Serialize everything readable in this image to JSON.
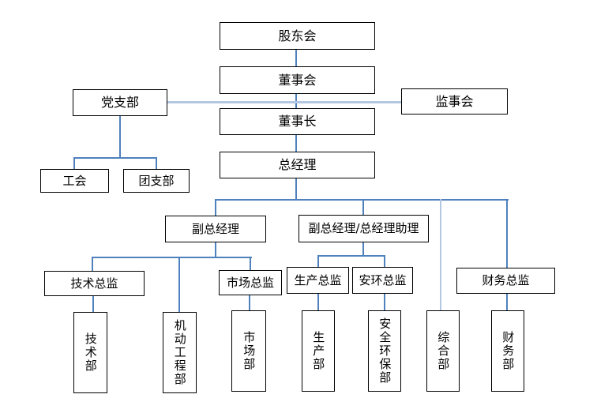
{
  "diagram": {
    "type": "org-chart",
    "connector_colors": {
      "primary": "#4f81bd",
      "secondary": "#b2c7e2"
    },
    "nodes": {
      "shareholders": {
        "label": "股东会"
      },
      "board": {
        "label": "董事会"
      },
      "party_branch": {
        "label": "党支部"
      },
      "supervisory_board": {
        "label": "监事会"
      },
      "chairman": {
        "label": "董事长"
      },
      "general_manager": {
        "label": "总经理"
      },
      "labor_union": {
        "label": "工会"
      },
      "youth_league": {
        "label": "团支部"
      },
      "deputy_gm": {
        "label": "副总经理"
      },
      "deputy_gm_assistant": {
        "label": "副总经理/总经理助理"
      },
      "tech_director": {
        "label": "技术总监"
      },
      "market_director": {
        "label": "市场总监"
      },
      "production_director": {
        "label": "生产总监"
      },
      "safety_env_director": {
        "label": "安环总监"
      },
      "finance_director": {
        "label": "财务总监"
      },
      "tech_dept": {
        "label": "技术部"
      },
      "mech_eng_dept": {
        "label": "机动工程部"
      },
      "market_dept": {
        "label": "市场部"
      },
      "production_dept": {
        "label": "生产部"
      },
      "safety_env_dept": {
        "label": "安全环保部"
      },
      "general_dept": {
        "label": "综合部"
      },
      "finance_dept": {
        "label": "财务部"
      }
    },
    "edges": [
      {
        "from": "shareholders",
        "to": "board",
        "style": "primary"
      },
      {
        "from": "board",
        "to": "chairman",
        "style": "primary"
      },
      {
        "from": "party_branch",
        "to": "supervisory_board",
        "style": "secondary"
      },
      {
        "from": "party_branch",
        "to": "labor_union",
        "style": "primary"
      },
      {
        "from": "party_branch",
        "to": "youth_league",
        "style": "primary"
      },
      {
        "from": "chairman",
        "to": "general_manager",
        "style": "primary"
      },
      {
        "from": "general_manager",
        "to": "deputy_gm",
        "style": "primary"
      },
      {
        "from": "general_manager",
        "to": "deputy_gm_assistant",
        "style": "primary"
      },
      {
        "from": "general_manager",
        "to": "general_dept",
        "style": "secondary"
      },
      {
        "from": "general_manager",
        "to": "finance_director",
        "style": "primary"
      },
      {
        "from": "deputy_gm",
        "to": "tech_director",
        "style": "primary"
      },
      {
        "from": "deputy_gm",
        "to": "mech_eng_dept",
        "style": "primary"
      },
      {
        "from": "deputy_gm",
        "to": "market_director",
        "style": "primary"
      },
      {
        "from": "deputy_gm_assistant",
        "to": "production_director",
        "style": "primary"
      },
      {
        "from": "deputy_gm_assistant",
        "to": "safety_env_director",
        "style": "primary"
      },
      {
        "from": "tech_director",
        "to": "tech_dept",
        "style": "primary"
      },
      {
        "from": "market_director",
        "to": "market_dept",
        "style": "primary"
      },
      {
        "from": "production_director",
        "to": "production_dept",
        "style": "primary"
      },
      {
        "from": "safety_env_director",
        "to": "safety_env_dept",
        "style": "primary"
      },
      {
        "from": "finance_director",
        "to": "finance_dept",
        "style": "primary"
      }
    ]
  }
}
